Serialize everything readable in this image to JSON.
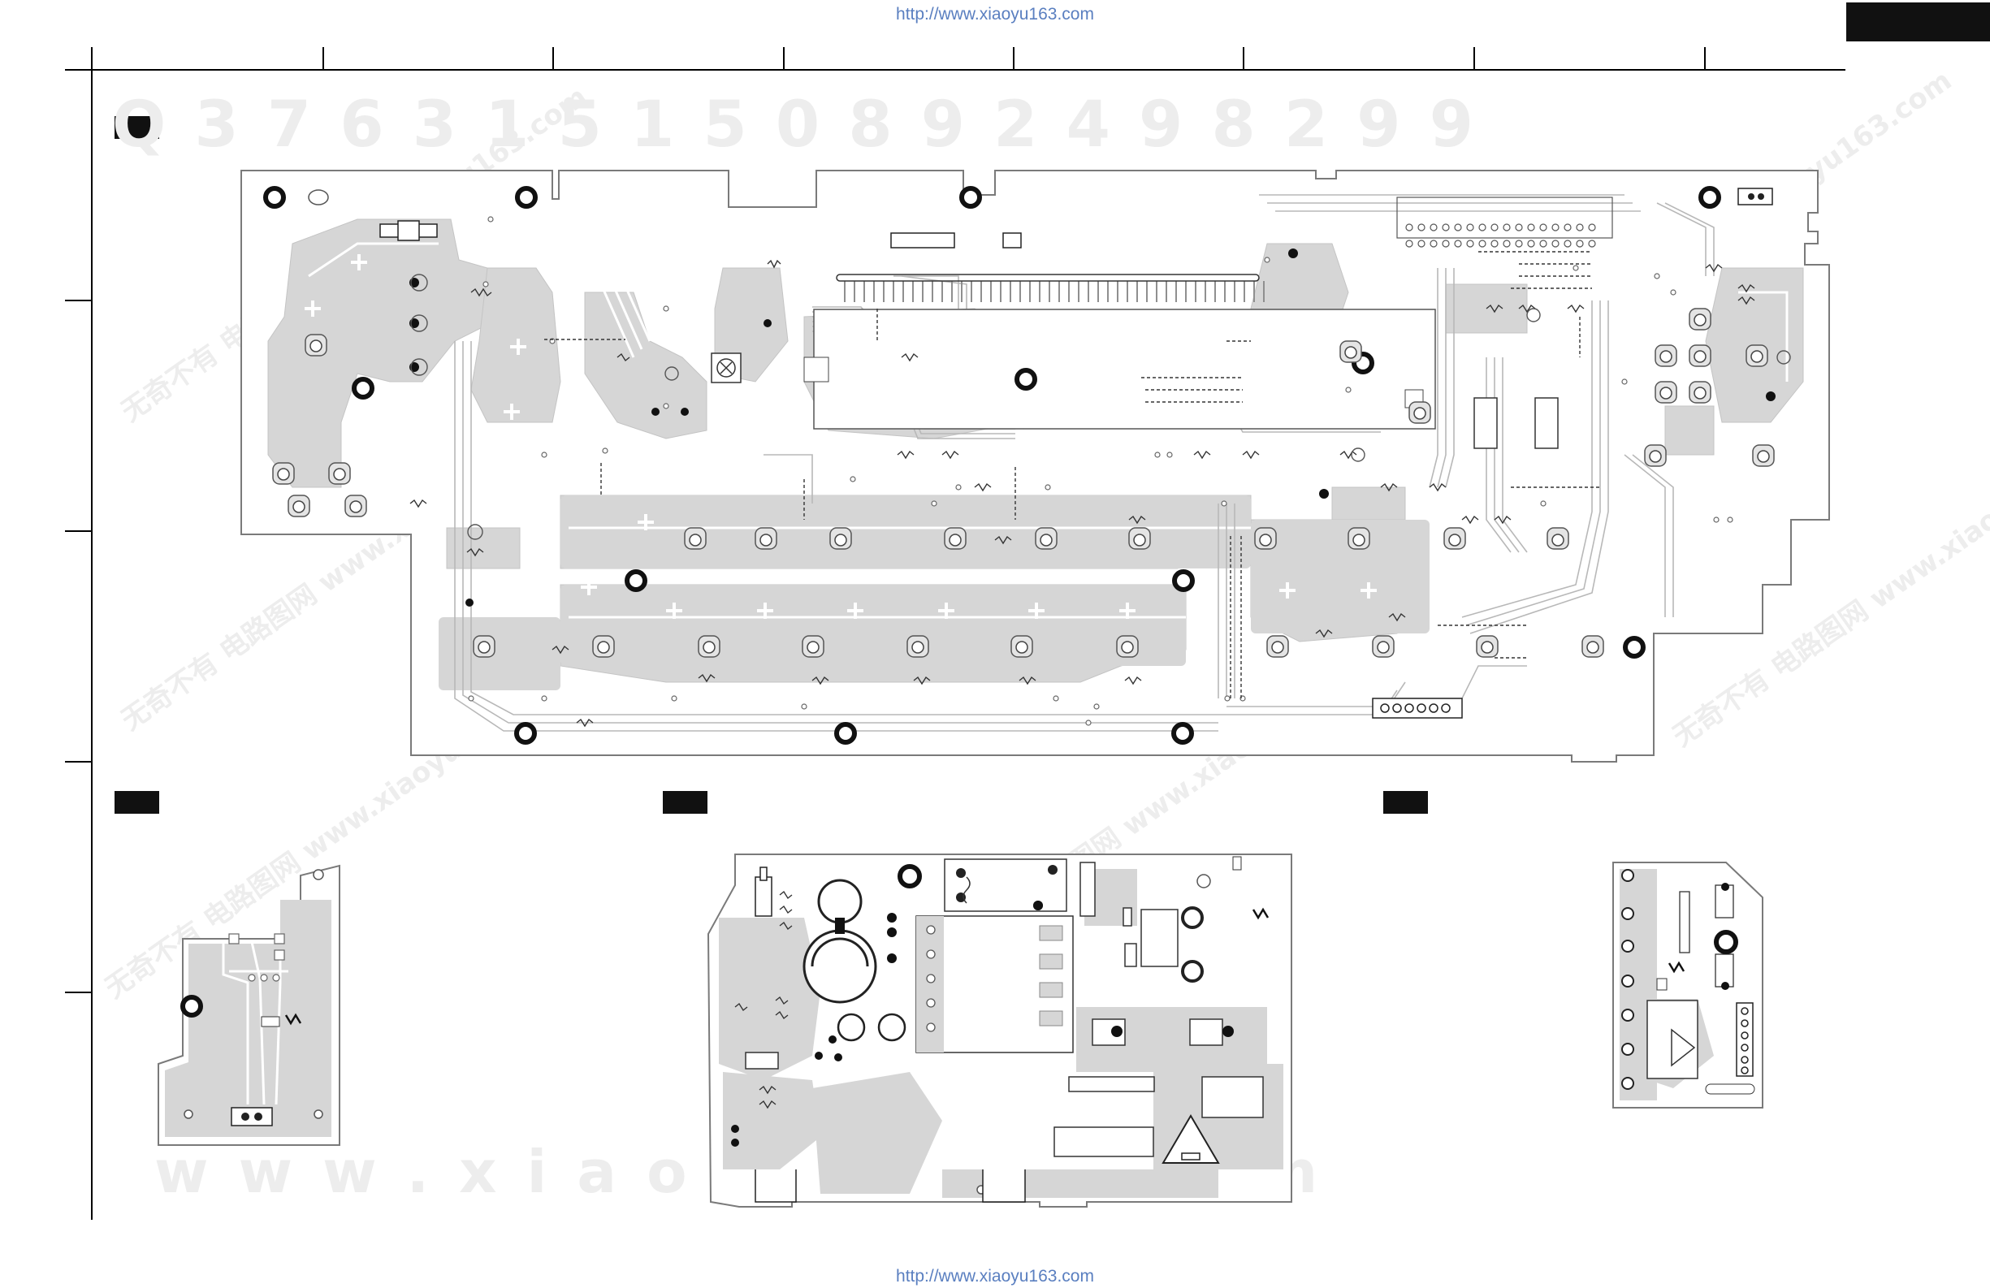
{
  "header": {
    "source_url_top": "http://www.xiaoyu163.com",
    "source_url_bottom": "http://www.xiaoyu163.com"
  },
  "watermarks": {
    "serial_text": "Q 3 7 6 3 1 5 1 5 0     8 9 2 4 9 8 2 9 9",
    "site_text": "w w w . x i a o y u 1 6 3 . c o m",
    "stamp_text": "无奇不有 电路图网 www.xiaoyu163.com"
  },
  "boards": [
    {
      "id": "main",
      "description": "front panel control PCB"
    },
    {
      "id": "small-left",
      "description": "small jack PCB"
    },
    {
      "id": "power",
      "description": "power supply PCB"
    },
    {
      "id": "small-right",
      "description": "connector PCB"
    }
  ],
  "colors": {
    "board_fill": "#d6d6d6",
    "trace": "#ffffff",
    "outline": "#7a7a7a",
    "component": "#111111",
    "frame": "#000000",
    "url": "#5a7fc0",
    "watermark": "#ebebeb"
  }
}
